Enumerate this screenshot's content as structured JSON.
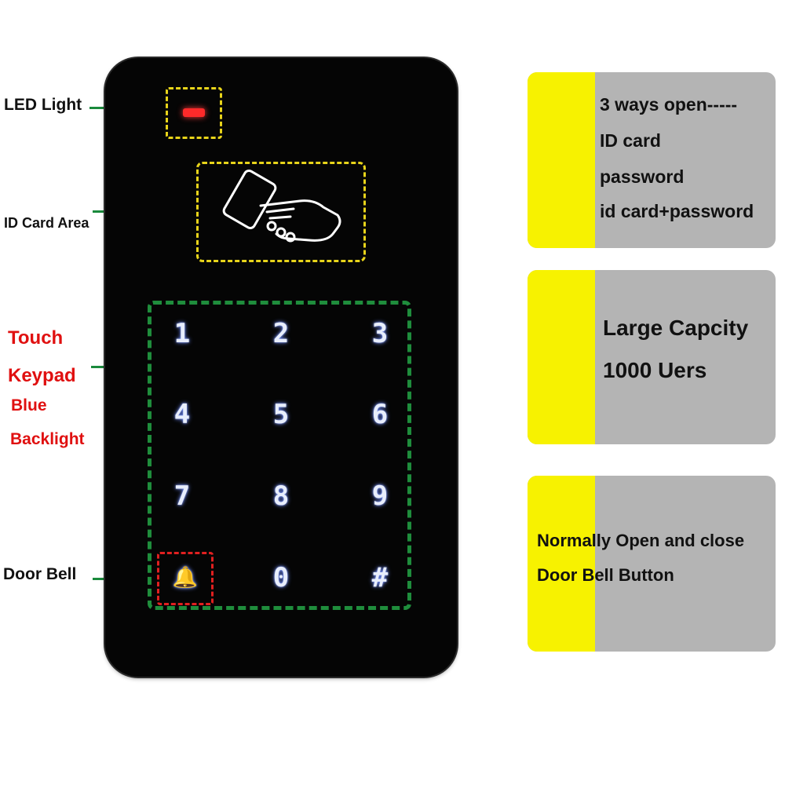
{
  "callouts": {
    "led": "LED Light",
    "card": "ID Card Area",
    "touch": "Touch",
    "keypad": "Keypad",
    "blue": "Blue",
    "backlight": "Backlight",
    "doorbell": "Door Bell"
  },
  "keypad": {
    "keys": [
      "1",
      "2",
      "3",
      "4",
      "5",
      "6",
      "7",
      "8",
      "9",
      "🔔",
      "0",
      "#"
    ]
  },
  "panels": {
    "open_ways": {
      "lines": [
        "3 ways open-----",
        "ID card",
        "password",
        "id card+password"
      ]
    },
    "capacity": {
      "lines": [
        "Large Capcity",
        "1000 Uers"
      ]
    },
    "bell": {
      "lines": [
        "Normally Open and close",
        "Door Bell Button"
      ]
    }
  },
  "colors": {
    "led_box": "#e8d41a",
    "keypad_box": "#1f8d3c",
    "bell_box": "#e02020",
    "panel_yellow": "#f7f200",
    "panel_gray": "#b4b4b4"
  }
}
